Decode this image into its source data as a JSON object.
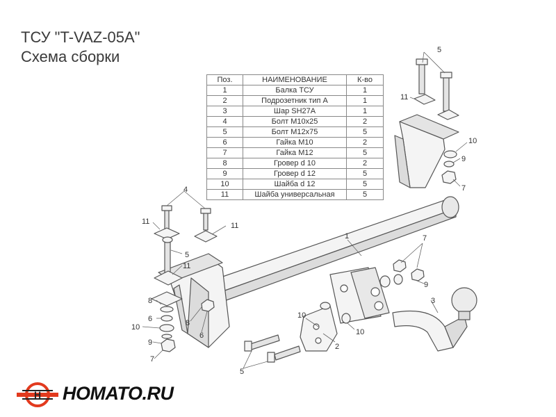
{
  "title": {
    "line1": "ТСУ \"T-VAZ-05A\"",
    "line2": "Схема сборки"
  },
  "table": {
    "headers": [
      "Поз.",
      "НАИМЕНОВАНИЕ",
      "К-во"
    ],
    "rows": [
      [
        "1",
        "Балка ТСУ",
        "1"
      ],
      [
        "2",
        "Подрозетник тип А",
        "1"
      ],
      [
        "3",
        "Шар SH27A",
        "1"
      ],
      [
        "4",
        "Болт М10х25",
        "2"
      ],
      [
        "5",
        "Болт М12х75",
        "5"
      ],
      [
        "6",
        "Гайка М10",
        "2"
      ],
      [
        "7",
        "Гайка М12",
        "5"
      ],
      [
        "8",
        "Гровер d 10",
        "2"
      ],
      [
        "9",
        "Гровер d 12",
        "5"
      ],
      [
        "10",
        "Шайба d 12",
        "5"
      ],
      [
        "11",
        "Шайба универсальная",
        "5"
      ]
    ]
  },
  "callouts": {
    "c1": "1",
    "c2": "2",
    "c3": "3",
    "c4": "4",
    "c5a": "5",
    "c5b": "5",
    "c5c": "5",
    "c6a": "6",
    "c6b": "6",
    "c7a": "7",
    "c7b": "7",
    "c7c": "7",
    "c8a": "8",
    "c8b": "8",
    "c9a": "9",
    "c9b": "9",
    "c9c": "9",
    "c10a": "10",
    "c10b": "10",
    "c10c": "10",
    "c10d": "10",
    "c11a": "11",
    "c11b": "11",
    "c11c": "11",
    "c11d": "11"
  },
  "logo": {
    "text": "HOMATO.RU",
    "colors": {
      "ring": "#e23a1e",
      "text": "#111111"
    }
  },
  "colors": {
    "line": "#555555",
    "part_fill": "#f4f4f4",
    "shade": "#dcdcdc"
  }
}
